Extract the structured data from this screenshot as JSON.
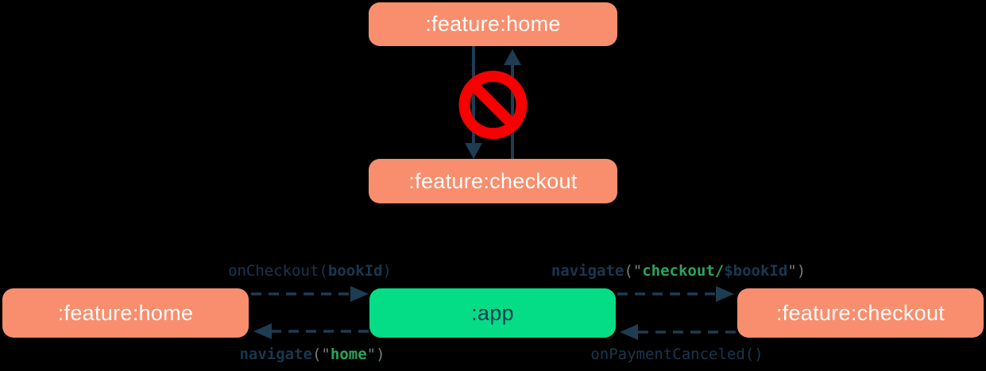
{
  "colors": {
    "background": "#000000",
    "feature_module_box": "#F98E6E",
    "app_module_box": "#04DC86",
    "arrow": "#1E3C52",
    "forbidden_icon": "#F70000",
    "code_navy": "#17384F",
    "code_green": "#2AA45C",
    "code_gray": "#747F80",
    "box_text": "#FFFCFA"
  },
  "top_diagram": {
    "home_module": ":feature:home",
    "checkout_module": ":feature:checkout",
    "forbidden_icon": "no-entry-prohibition-icon"
  },
  "bottom_diagram": {
    "home_module": ":feature:home",
    "app_module": ":app",
    "checkout_module": ":feature:checkout",
    "edge_labels": {
      "on_checkout": {
        "parts": [
          "onCheckout(",
          "bookId",
          ")"
        ]
      },
      "navigate_checkout": {
        "parts": [
          "navigate",
          "(\"",
          "checkout/",
          "$bookId",
          "\")"
        ]
      },
      "navigate_home": {
        "parts": [
          "navigate",
          "(\"",
          "home",
          "\")"
        ]
      },
      "on_payment_canceled": {
        "parts": [
          "onPaymentCanceled()"
        ]
      }
    }
  }
}
